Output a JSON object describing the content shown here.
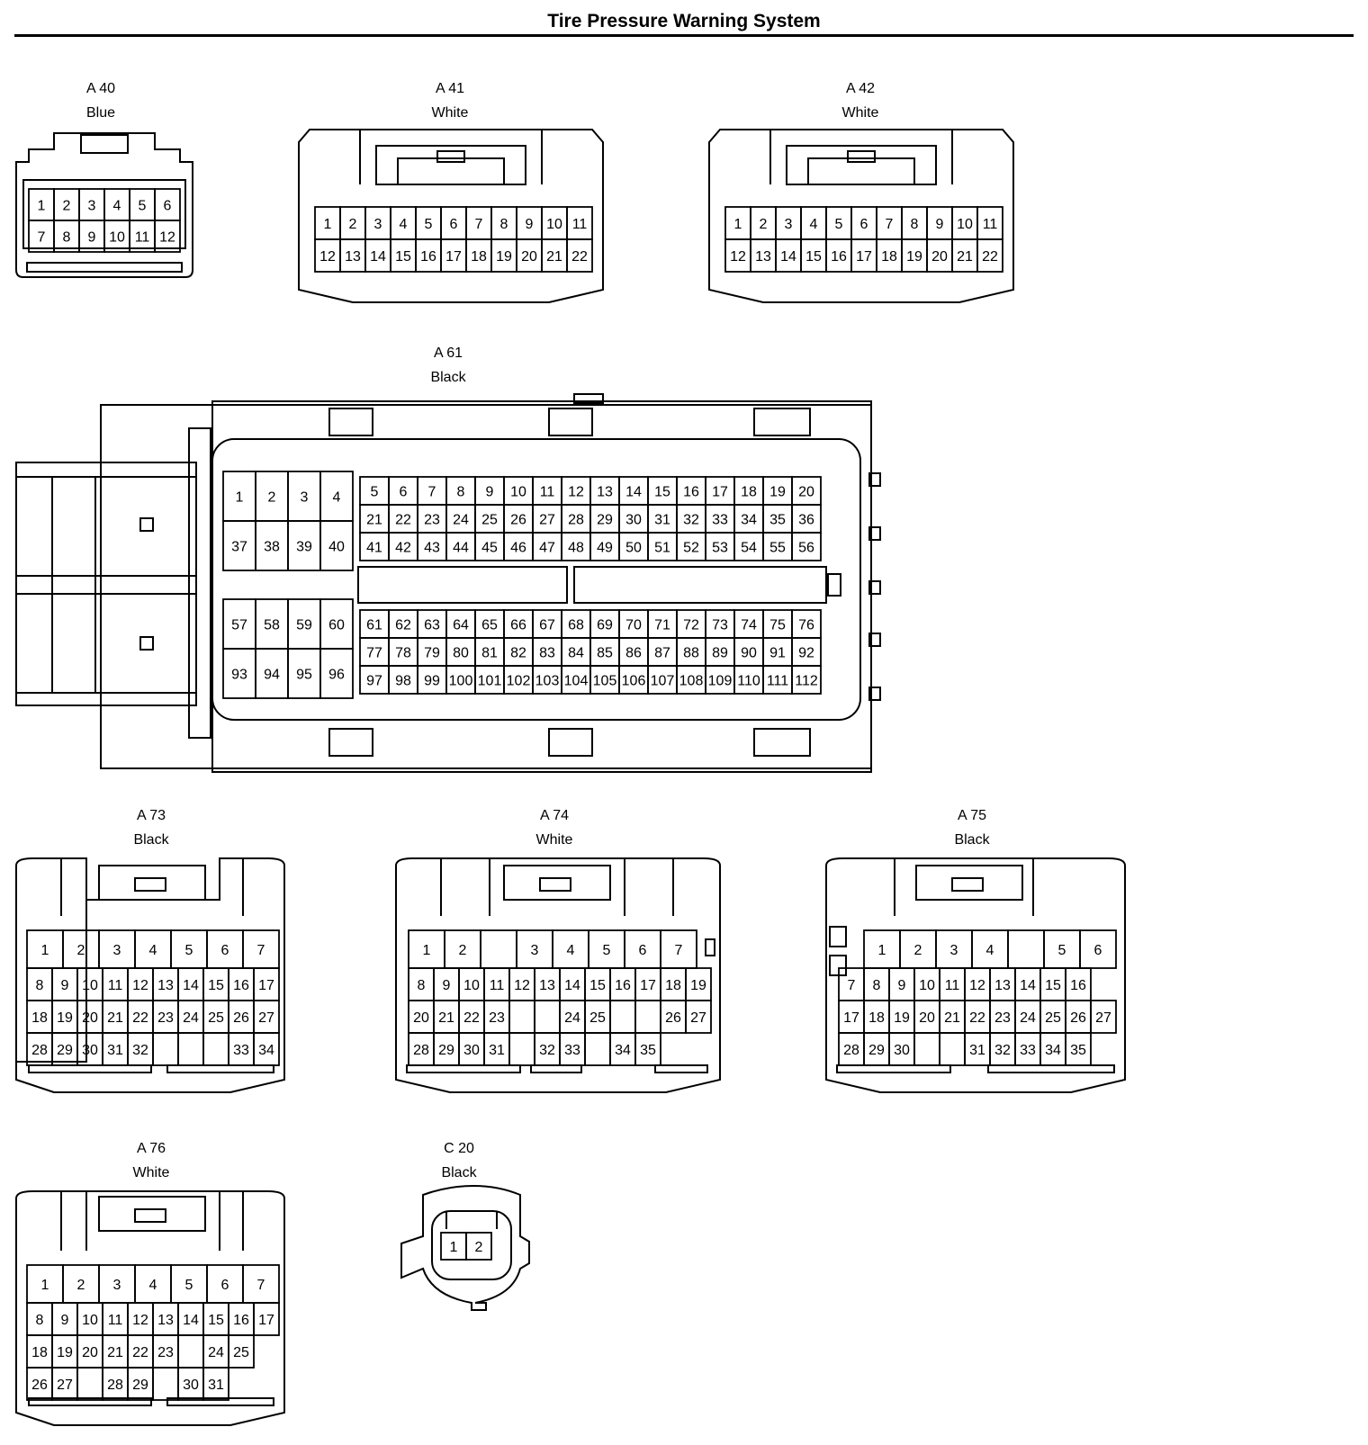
{
  "title": "Tire Pressure Warning System",
  "connectors": {
    "a40": {
      "code": "A 40",
      "color": "Blue",
      "rows": [
        [
          "1",
          "2",
          "3",
          "4",
          "5",
          "6"
        ],
        [
          "7",
          "8",
          "9",
          "10",
          "11",
          "12"
        ]
      ]
    },
    "a41": {
      "code": "A 41",
      "color": "White",
      "rows": [
        [
          "1",
          "2",
          "3",
          "4",
          "5",
          "6",
          "7",
          "8",
          "9",
          "10",
          "11"
        ],
        [
          "12",
          "13",
          "14",
          "15",
          "16",
          "17",
          "18",
          "19",
          "20",
          "21",
          "22"
        ]
      ]
    },
    "a42": {
      "code": "A 42",
      "color": "White",
      "rows": [
        [
          "1",
          "2",
          "3",
          "4",
          "5",
          "6",
          "7",
          "8",
          "9",
          "10",
          "11"
        ],
        [
          "12",
          "13",
          "14",
          "15",
          "16",
          "17",
          "18",
          "19",
          "20",
          "21",
          "22"
        ]
      ]
    },
    "a61": {
      "code": "A 61",
      "color": "Black",
      "left_top": [
        [
          "1",
          "2",
          "3",
          "4"
        ],
        [
          "37",
          "38",
          "39",
          "40"
        ]
      ],
      "left_bottom": [
        [
          "57",
          "58",
          "59",
          "60"
        ],
        [
          "93",
          "94",
          "95",
          "96"
        ]
      ],
      "right_top": [
        [
          "5",
          "6",
          "7",
          "8",
          "9",
          "10",
          "11",
          "12",
          "13",
          "14",
          "15",
          "16",
          "17",
          "18",
          "19",
          "20"
        ],
        [
          "21",
          "22",
          "23",
          "24",
          "25",
          "26",
          "27",
          "28",
          "29",
          "30",
          "31",
          "32",
          "33",
          "34",
          "35",
          "36"
        ],
        [
          "41",
          "42",
          "43",
          "44",
          "45",
          "46",
          "47",
          "48",
          "49",
          "50",
          "51",
          "52",
          "53",
          "54",
          "55",
          "56"
        ]
      ],
      "right_bottom": [
        [
          "61",
          "62",
          "63",
          "64",
          "65",
          "66",
          "67",
          "68",
          "69",
          "70",
          "71",
          "72",
          "73",
          "74",
          "75",
          "76"
        ],
        [
          "77",
          "78",
          "79",
          "80",
          "81",
          "82",
          "83",
          "84",
          "85",
          "86",
          "87",
          "88",
          "89",
          "90",
          "91",
          "92"
        ],
        [
          "97",
          "98",
          "99",
          "100",
          "101",
          "102",
          "103",
          "104",
          "105",
          "106",
          "107",
          "108",
          "109",
          "110",
          "111",
          "112"
        ]
      ]
    },
    "a73": {
      "code": "A 73",
      "color": "Black",
      "row1": [
        "1",
        "2",
        "3",
        "4",
        "5",
        "6",
        "7"
      ],
      "rows": [
        [
          "8",
          "9",
          "10",
          "11",
          "12",
          "13",
          "14",
          "15",
          "16",
          "17"
        ],
        [
          "18",
          "19",
          "20",
          "21",
          "22",
          "23",
          "24",
          "25",
          "26",
          "27"
        ],
        [
          "28",
          "29",
          "30",
          "31",
          "32",
          "",
          "",
          "",
          "33",
          "34"
        ]
      ]
    },
    "a74": {
      "code": "A 74",
      "color": "White",
      "row1": [
        "1",
        "2",
        "",
        "3",
        "4",
        "5",
        "6",
        "7"
      ],
      "rows": [
        [
          "8",
          "9",
          "10",
          "11",
          "12",
          "13",
          "14",
          "15",
          "16",
          "17",
          "18",
          "19"
        ],
        [
          "20",
          "21",
          "22",
          "23",
          "",
          "",
          "24",
          "25",
          "",
          "",
          "26",
          "27"
        ],
        [
          "28",
          "29",
          "30",
          "31",
          "",
          "32",
          "33",
          "",
          "34",
          "35"
        ]
      ]
    },
    "a75": {
      "code": "A 75",
      "color": "Black",
      "row1": [
        "1",
        "2",
        "3",
        "4",
        "",
        "5",
        "6"
      ],
      "rows": [
        [
          "7",
          "8",
          "9",
          "10",
          "11",
          "12",
          "13",
          "14",
          "15",
          "16"
        ],
        [
          "17",
          "18",
          "19",
          "20",
          "21",
          "22",
          "23",
          "24",
          "25",
          "26",
          "27"
        ],
        [
          "28",
          "29",
          "30",
          "",
          "",
          "31",
          "32",
          "33",
          "34",
          "35"
        ]
      ]
    },
    "a76": {
      "code": "A 76",
      "color": "White",
      "row1": [
        "1",
        "2",
        "3",
        "4",
        "5",
        "6",
        "7"
      ],
      "rows": [
        [
          "8",
          "9",
          "10",
          "11",
          "12",
          "13",
          "14",
          "15",
          "16",
          "17"
        ],
        [
          "18",
          "19",
          "20",
          "21",
          "22",
          "23",
          "",
          "24",
          "25"
        ],
        [
          "26",
          "27",
          "",
          "28",
          "29",
          "",
          "30",
          "31"
        ]
      ]
    },
    "c20": {
      "code": "C 20",
      "color": "Black",
      "rows": [
        [
          "1",
          "2"
        ]
      ]
    }
  }
}
